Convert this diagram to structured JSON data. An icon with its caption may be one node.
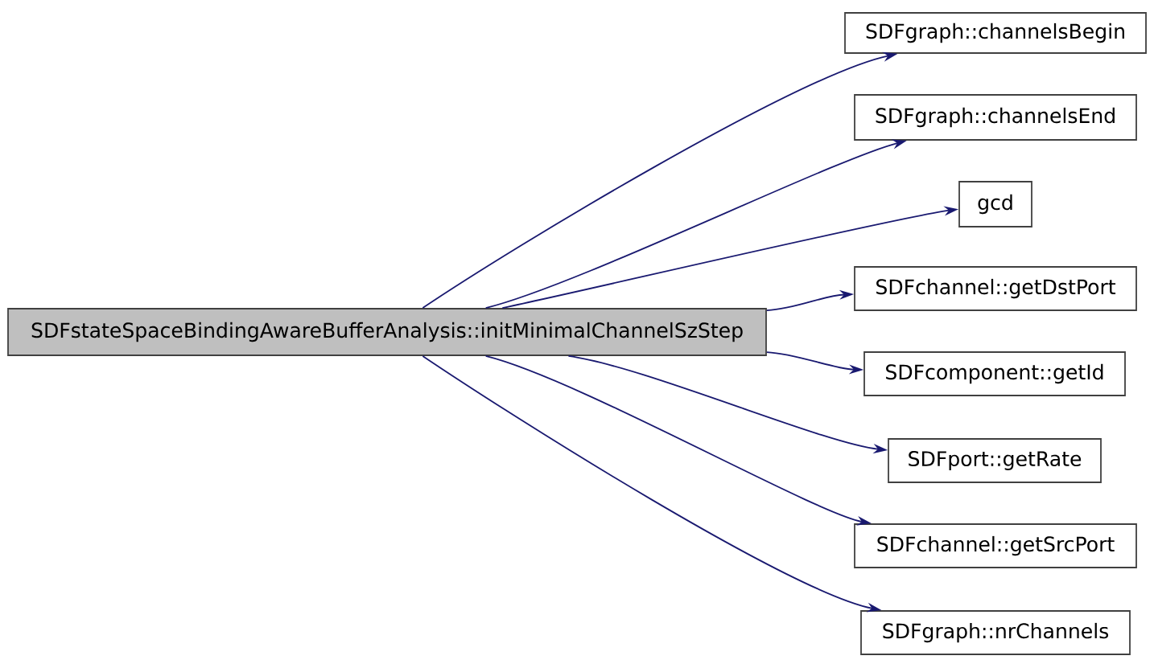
{
  "diagram": {
    "nodes": [
      {
        "text": [
          "SDFstateSpaceBindingAwareBufferAnalysis::initMinimalChannelSzStep"
        ]
      },
      {
        "text": [
          "SDFgraph::channelsBegin"
        ]
      },
      {
        "text": [
          "SDFgraph::channelsEnd"
        ]
      },
      {
        "text": [
          "gcd"
        ]
      },
      {
        "text": [
          "SDFchannel::getDstPort"
        ]
      },
      {
        "text": [
          "SDFcomponent::getId"
        ]
      },
      {
        "text": [
          "SDFport::getRate"
        ]
      },
      {
        "text": [
          "SDFchannel::getSrcPort"
        ]
      },
      {
        "text": [
          "SDFgraph::nrChannels"
        ]
      }
    ],
    "edges": [
      {
        "from": 0,
        "to": 1,
        "arrow": "to"
      },
      {
        "from": 0,
        "to": 2,
        "arrow": "to"
      },
      {
        "from": 0,
        "to": 3,
        "arrow": "to"
      },
      {
        "from": 0,
        "to": 4,
        "arrow": "to"
      },
      {
        "from": 0,
        "to": 5,
        "arrow": "to"
      },
      {
        "from": 0,
        "to": 6,
        "arrow": "to"
      },
      {
        "from": 0,
        "to": 7,
        "arrow": "to"
      },
      {
        "from": 0,
        "to": 8,
        "arrow": "to"
      }
    ]
  }
}
